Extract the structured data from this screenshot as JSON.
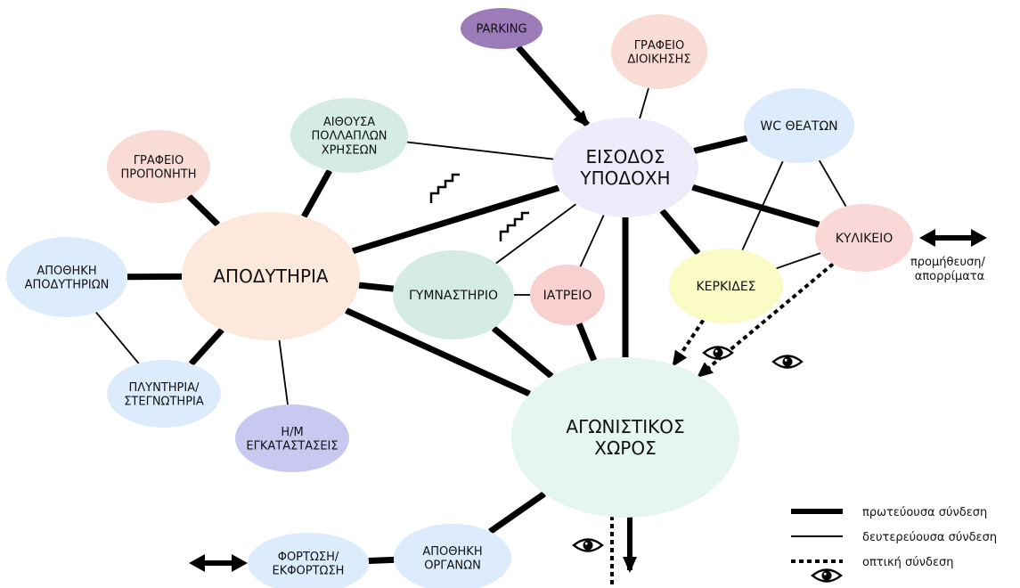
{
  "nodes": {
    "parking": {
      "lines": [
        "PARKING"
      ],
      "color": "#9b7bb8"
    },
    "grafeio_dioikisis": {
      "lines": [
        "ΓΡΑΦΕΙΟ",
        "ΔΙΟΙΚΗΣΗΣ"
      ],
      "color": "#fadcd6"
    },
    "aithousa": {
      "lines": [
        "ΑΙΘΟΥΣΑ",
        "ΠΟΛΛΑΠΛΩΝ",
        "ΧΡΗΣΕΩΝ"
      ],
      "color": "#d5ece4"
    },
    "eisodos": {
      "lines": [
        "ΕΙΣΟΔΟΣ",
        "ΥΠΟΔΟΧΗ"
      ],
      "color": "#ececfb"
    },
    "wc_theaton": {
      "lines": [
        "WC ΘΕΑΤΩΝ"
      ],
      "color": "#dcecfc"
    },
    "grafeio_proponiti": {
      "lines": [
        "ΓΡΑΦΕΙΟ",
        "ΠΡΟΠΟΝΗΤΗ"
      ],
      "color": "#fadcd6"
    },
    "apodytiria": {
      "lines": [
        "ΑΠΟΔΥΤΗΡΙΑ"
      ],
      "color": "#fde9dc"
    },
    "apothiki_apodytirion": {
      "lines": [
        "ΑΠΟΘΗΚΗ",
        "ΑΠΟΔΥΤΗΡΙΩΝ"
      ],
      "color": "#dcecfc"
    },
    "gymnastirio": {
      "lines": [
        "ΓΥΜΝΑΣΤΗΡΙΟ"
      ],
      "color": "#d5ece4"
    },
    "iatreio": {
      "lines": [
        "ΙΑΤΡΕΙΟ"
      ],
      "color": "#f8d0d0"
    },
    "kerkides": {
      "lines": [
        "ΚΕΡΚΙΔΕΣ"
      ],
      "color": "#fbfbc6"
    },
    "kylikeio": {
      "lines": [
        "ΚΥΛΙΚΕΙΟ"
      ],
      "color": "#fbd8d8"
    },
    "plyntiria": {
      "lines": [
        "ΠΛΥΝΤΗΡΙΑ/",
        "ΣΤΕΓΝΩΤΗΡΙΑ"
      ],
      "color": "#dcecfc"
    },
    "im": {
      "lines": [
        "Η/Μ",
        "ΕΓΚΑΤΑΣΤΑΣΕΙΣ"
      ],
      "color": "#c8c8f0"
    },
    "agonistikos": {
      "lines": [
        "ΑΓΩΝΙΣΤΙΚΟΣ",
        "ΧΩΡΟΣ"
      ],
      "color": "#e5f5f1"
    },
    "fortosi": {
      "lines": [
        "ΦΟΡΤΩΣΗ/",
        "ΕΚΦΟΡΤΩΣΗ"
      ],
      "color": "#dcecfc"
    },
    "apothiki_organon": {
      "lines": [
        "ΑΠΟΘΗΚΗ",
        "ΟΡΓΑΝΩΝ"
      ],
      "color": "#dcecfc"
    }
  },
  "connections": [
    {
      "from": "parking",
      "to": "eisodos",
      "type": "primary",
      "arrow": true
    },
    {
      "from": "grafeio_dioikisis",
      "to": "eisodos",
      "type": "secondary"
    },
    {
      "from": "aithousa",
      "to": "eisodos",
      "type": "secondary"
    },
    {
      "from": "aithousa",
      "to": "apodytiria",
      "type": "primary"
    },
    {
      "from": "eisodos",
      "to": "apodytiria",
      "type": "primary"
    },
    {
      "from": "eisodos",
      "to": "wc_theaton",
      "type": "primary"
    },
    {
      "from": "eisodos",
      "to": "kylikeio",
      "type": "primary"
    },
    {
      "from": "eisodos",
      "to": "kerkides",
      "type": "primary"
    },
    {
      "from": "eisodos",
      "to": "agonistikos",
      "type": "primary"
    },
    {
      "from": "eisodos",
      "to": "gymnastirio",
      "type": "secondary"
    },
    {
      "from": "eisodos",
      "to": "iatreio",
      "type": "secondary"
    },
    {
      "from": "wc_theaton",
      "to": "kylikeio",
      "type": "secondary"
    },
    {
      "from": "wc_theaton",
      "to": "kerkides",
      "type": "secondary"
    },
    {
      "from": "kerkides",
      "to": "kylikeio",
      "type": "secondary"
    },
    {
      "from": "grafeio_proponiti",
      "to": "apodytiria",
      "type": "primary"
    },
    {
      "from": "apothiki_apodytirion",
      "to": "apodytiria",
      "type": "primary"
    },
    {
      "from": "apothiki_apodytirion",
      "to": "plyntiria",
      "type": "secondary"
    },
    {
      "from": "plyntiria",
      "to": "apodytiria",
      "type": "primary"
    },
    {
      "from": "im",
      "to": "apodytiria",
      "type": "secondary"
    },
    {
      "from": "apodytiria",
      "to": "gymnastirio",
      "type": "primary"
    },
    {
      "from": "apodytiria",
      "to": "agonistikos",
      "type": "primary"
    },
    {
      "from": "gymnastirio",
      "to": "iatreio",
      "type": "secondary"
    },
    {
      "from": "gymnastirio",
      "to": "agonistikos",
      "type": "primary"
    },
    {
      "from": "iatreio",
      "to": "agonistikos",
      "type": "primary"
    },
    {
      "from": "agonistikos",
      "to": "apothiki_organon",
      "type": "primary"
    },
    {
      "from": "apothiki_organon",
      "to": "fortosi",
      "type": "primary"
    },
    {
      "from": "kerkides",
      "to": "agonistikos",
      "type": "visual"
    },
    {
      "from": "kylikeio",
      "to": "agonistikos",
      "type": "visual"
    }
  ],
  "external": {
    "supply_label_lines": [
      "προμήθευση/",
      "απορρίματα"
    ]
  },
  "legend": {
    "primary": "πρωτεύουσα σύνδεση",
    "secondary": "δευτερεύουσα σύνδεση",
    "visual": "οπτική σύνδεση"
  }
}
